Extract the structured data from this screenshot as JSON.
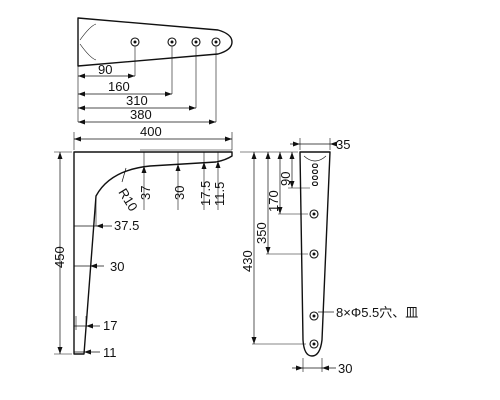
{
  "top_view": {
    "dims": [
      "90",
      "160",
      "310",
      "380"
    ]
  },
  "front_view": {
    "width": "400",
    "height": "450",
    "radius": "R10",
    "vertical_dims": [
      "37",
      "30",
      "17.5",
      "11.5"
    ],
    "horizontal_dims": [
      "37.5",
      "30",
      "17",
      "11"
    ]
  },
  "side_view": {
    "top_width": "35",
    "bottom_width": "30",
    "vertical_dims": [
      "430",
      "350",
      "170",
      "90"
    ],
    "hole_note": "8×Φ5.5穴、皿"
  },
  "colors": {
    "ink": "#111111",
    "paper": "#ffffff"
  }
}
